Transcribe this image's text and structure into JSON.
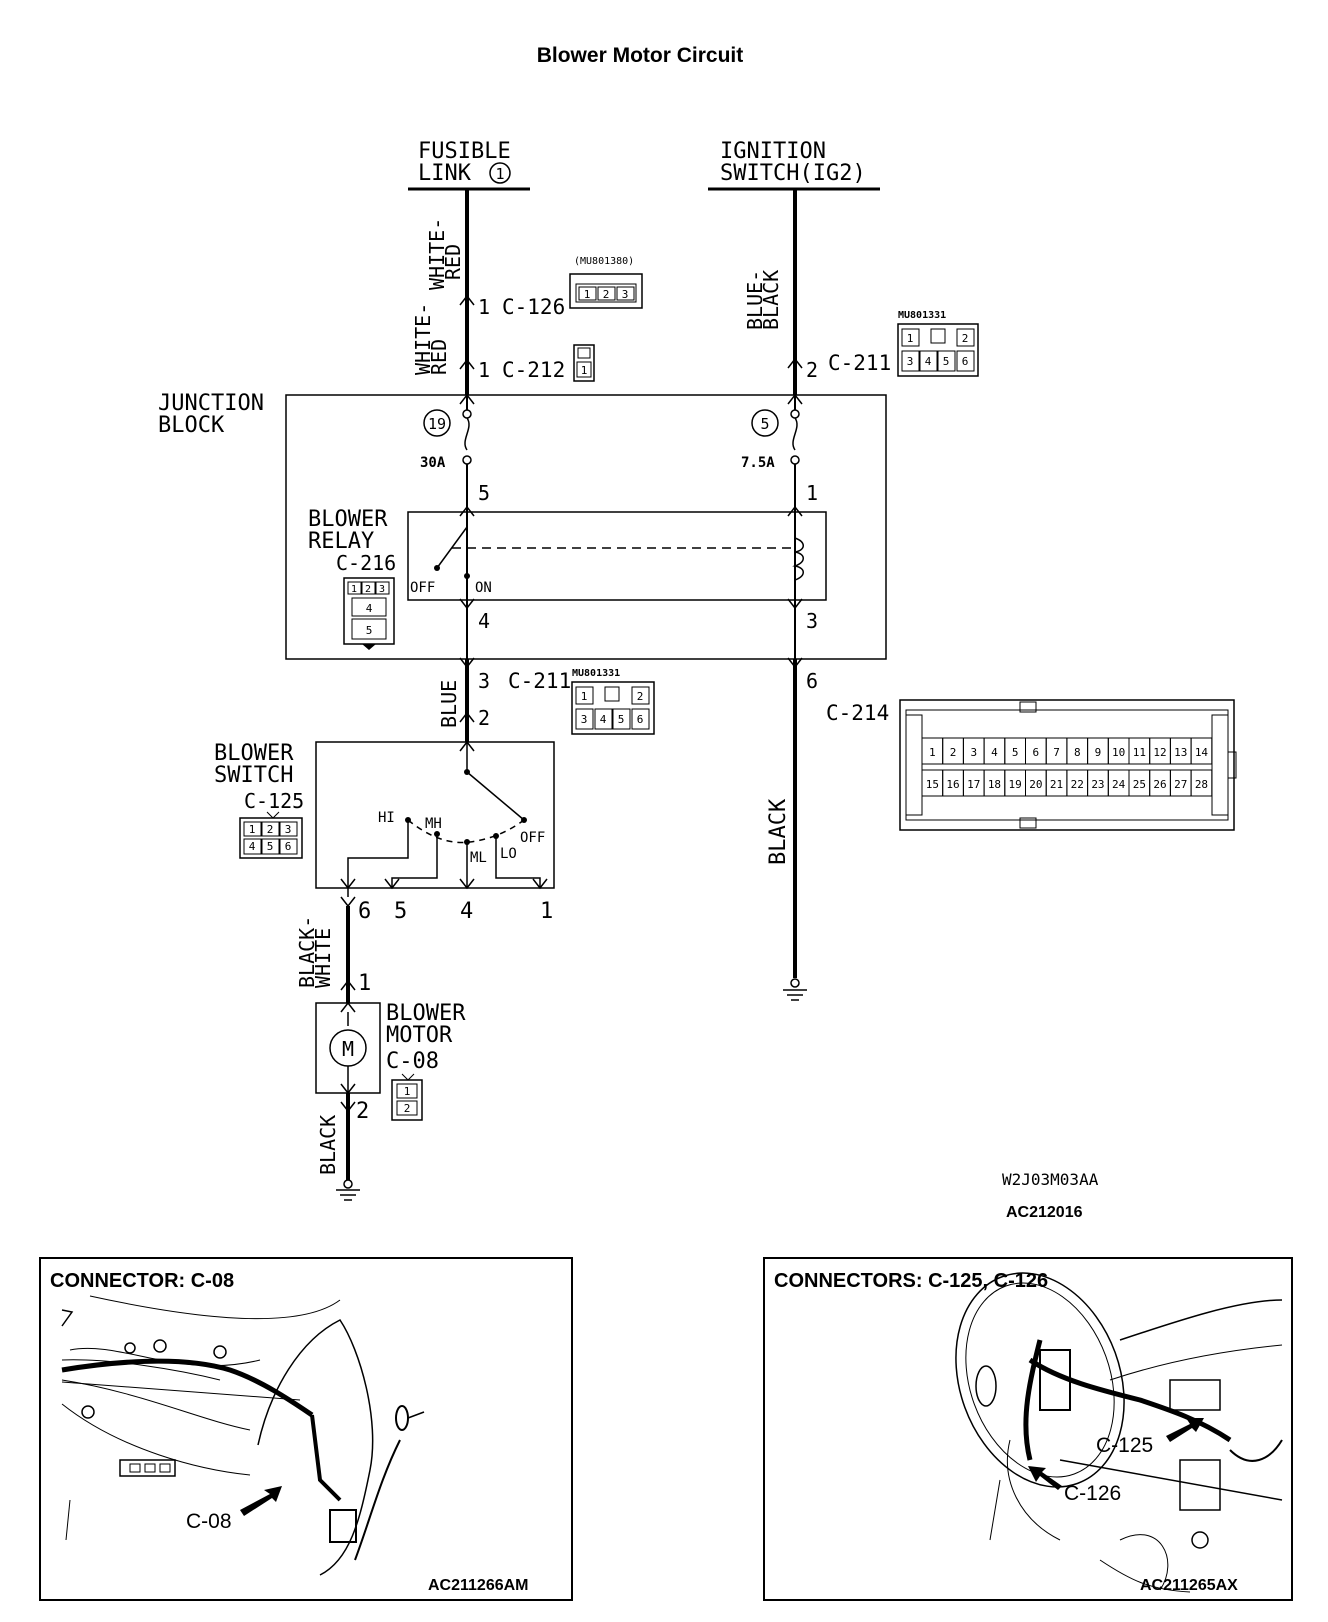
{
  "title": "Blower Motor Circuit",
  "sources": {
    "fusible_link_line1": "FUSIBLE",
    "fusible_link_line2": "LINK",
    "fusible_link_num": "1",
    "ignition_line1": "IGNITION",
    "ignition_line2": "SWITCH(IG2)"
  },
  "wires": {
    "white_red_a1": "WHITE-",
    "white_red_a2": "RED",
    "white_red_b1": "WHITE-",
    "white_red_b2": "RED",
    "blue_black1": "BLUE-",
    "blue_black2": "BLACK",
    "blue": "BLUE",
    "black_ground_right": "BLACK",
    "black_white1": "BLACK-",
    "black_white2": "WHITE",
    "black_bottom": "BLACK"
  },
  "connectors": {
    "c126": "C-126",
    "c126_pin": "1",
    "c126_part": "(MU801380)",
    "c212": "C-212",
    "c212_pin": "1",
    "c211_top": "C-211",
    "c211_top_pin": "2",
    "c211_part_top": "MU801331",
    "c211_mid": "C-211",
    "c211_mid_pin_top": "3",
    "c211_mid_pin_bot": "2",
    "c211_part_mid": "MU801331",
    "c214": "C-214",
    "c214_pin": "6",
    "c216": "C-216",
    "c125": "C-125",
    "c08": "C-08"
  },
  "junction_block": {
    "label1": "JUNCTION",
    "label2": "BLOCK",
    "fuse_left_num": "19",
    "fuse_left_rating": "30A",
    "fuse_right_num": "5",
    "fuse_right_rating": "7.5A",
    "pin5": "5",
    "pin1": "1",
    "pin4": "4",
    "pin3": "3"
  },
  "relay": {
    "label1": "BLOWER",
    "label2": "RELAY",
    "off": "OFF",
    "on": "ON"
  },
  "blower_switch": {
    "label1": "BLOWER",
    "label2": "SWITCH",
    "hi": "HI",
    "mh": "MH",
    "ml": "ML",
    "lo": "LO",
    "off": "OFF",
    "pin6": "6",
    "pin5": "5",
    "pin4": "4",
    "pin1": "1"
  },
  "blower_motor": {
    "label1": "BLOWER",
    "label2": "MOTOR",
    "symbol": "M",
    "pin1": "1",
    "pin2": "2"
  },
  "pin_grids": {
    "c126": [
      "1",
      "2",
      "3"
    ],
    "c212": [
      "1"
    ],
    "c211_top": [
      "1",
      "2",
      "3",
      "4",
      "5",
      "6"
    ],
    "c211_mid": [
      "1",
      "2",
      "3",
      "4",
      "5",
      "6"
    ],
    "c216": [
      "1",
      "2",
      "3",
      "4",
      "5"
    ],
    "c125": [
      "1",
      "2",
      "3",
      "4",
      "5",
      "6"
    ],
    "c08": [
      "1",
      "2"
    ],
    "c214_row1": [
      "1",
      "2",
      "3",
      "4",
      "5",
      "6",
      "7",
      "8",
      "9",
      "10",
      "11",
      "12",
      "13",
      "14"
    ],
    "c214_row2": [
      "15",
      "16",
      "17",
      "18",
      "19",
      "20",
      "21",
      "22",
      "23",
      "24",
      "25",
      "26",
      "27",
      "28"
    ]
  },
  "codes": {
    "diagram_code": "W2J03M03AA",
    "ac_code": "AC212016"
  },
  "panels": {
    "left_title": "CONNECTOR: C-08",
    "left_callout": "C-08",
    "left_code": "AC211266AM",
    "right_title": "CONNECTORS: C-125, C-126",
    "right_callout1": "C-125",
    "right_callout2": "C-126",
    "right_code": "AC211265AX"
  }
}
